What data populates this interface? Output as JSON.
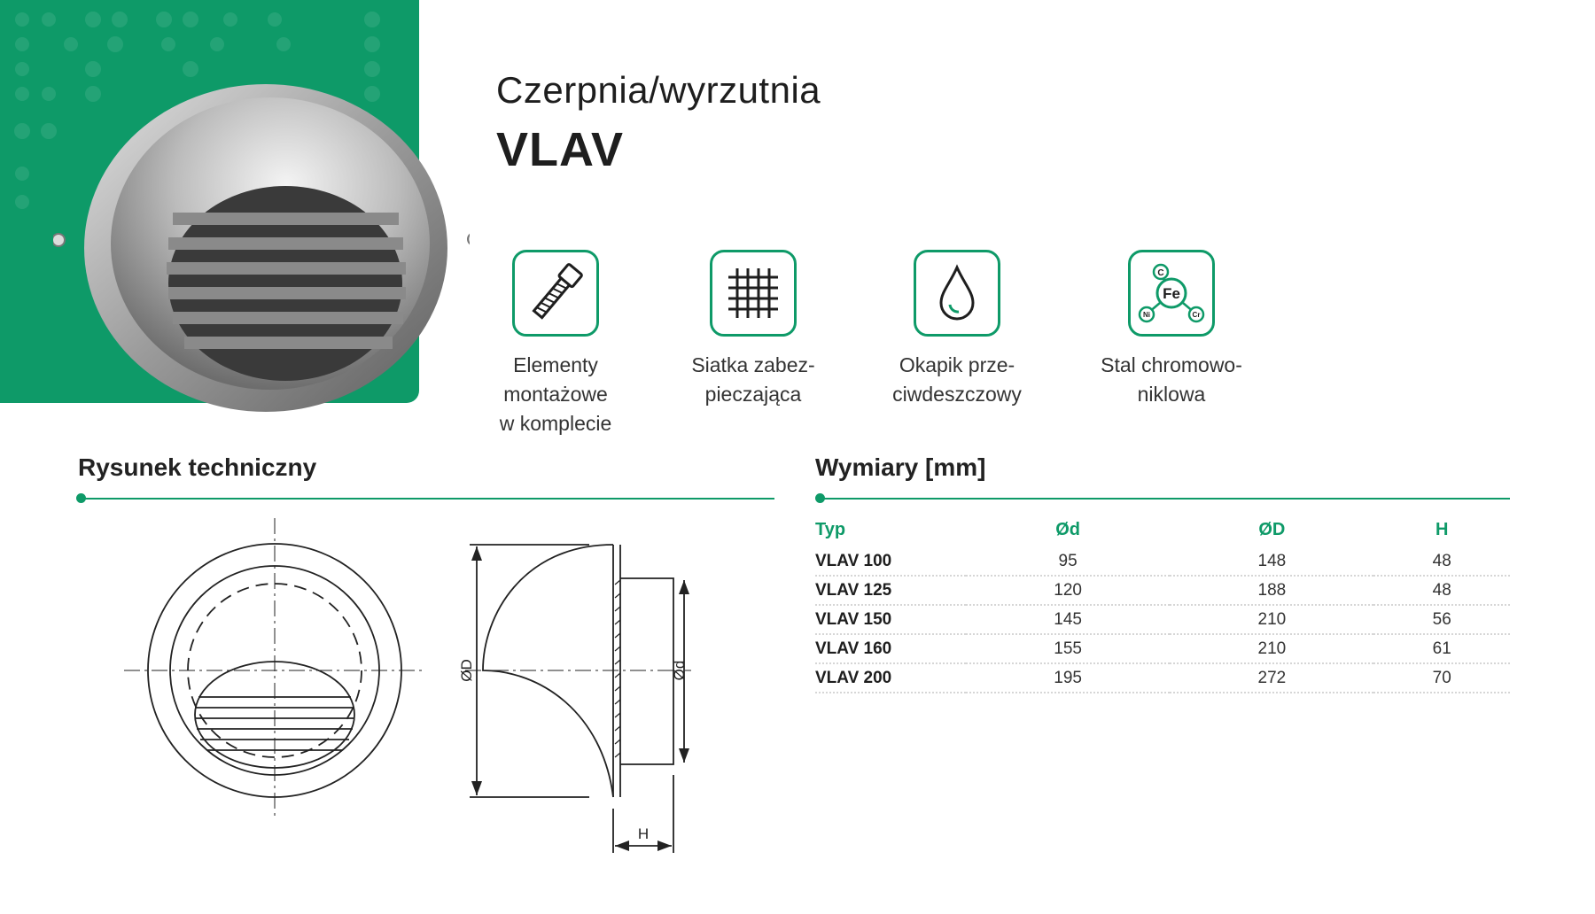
{
  "header": {
    "subtitle": "Czerpnia/wyrzutnia",
    "title": "VLAV"
  },
  "features": [
    {
      "icon": "bolt-icon",
      "label": "Elementy\nmontażowe\nw komplecie"
    },
    {
      "icon": "mesh-grid-icon",
      "label": "Siatka zabez-\npieczająca"
    },
    {
      "icon": "water-drop-icon",
      "label": "Okapik prze-\nciwdeszczowy"
    },
    {
      "icon": "chemical-elements-icon",
      "label": "Stal chromowo-\nniklowa",
      "badge_text": [
        "Fe",
        "C",
        "Ni",
        "Cr"
      ]
    }
  ],
  "drawing_section": {
    "title": "Rysunek techniczny",
    "labels": {
      "outer_diameter": "ØD",
      "inner_diameter": "Ød",
      "height": "H"
    }
  },
  "dimensions_section": {
    "title": "Wymiary [mm]",
    "columns": [
      "Typ",
      "Ød",
      "ØD",
      "H"
    ],
    "rows": [
      [
        "VLAV 100",
        "95",
        "148",
        "48"
      ],
      [
        "VLAV 125",
        "120",
        "188",
        "48"
      ],
      [
        "VLAV 150",
        "145",
        "210",
        "56"
      ],
      [
        "VLAV 160",
        "155",
        "210",
        "61"
      ],
      [
        "VLAV 200",
        "195",
        "272",
        "70"
      ]
    ]
  },
  "colors": {
    "brand_green": "#0e9a68",
    "text": "#1e1e1e"
  }
}
